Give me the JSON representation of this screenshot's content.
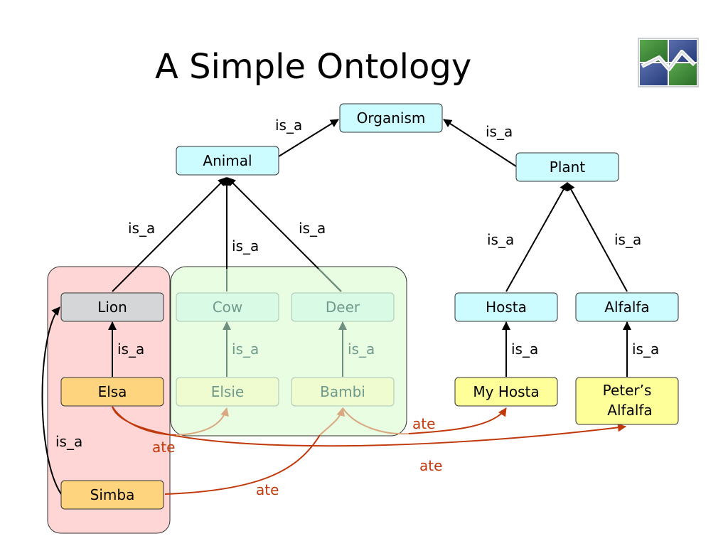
{
  "slide": {
    "title": "A Simple Ontology",
    "logo_icon": "institution-logo-icon"
  },
  "colors": {
    "class_fill": "#ccfcff",
    "lion_fill": "#d4d6d8",
    "individual_fill": "#ffd47f",
    "plant_individual_fill": "#ffff99",
    "faded_fill": "#e6fde0",
    "faded_text": "#6f9a8c",
    "pink_group": "#ffd6d6",
    "green_group": "#e6fde0",
    "ate_color": "#c0390b",
    "ate_faded_color": "#d9a880"
  },
  "nodes": {
    "organism": "Organism",
    "animal": "Animal",
    "plant": "Plant",
    "lion": "Lion",
    "cow": "Cow",
    "deer": "Deer",
    "hosta": "Hosta",
    "alfalfa": "Alfalfa",
    "elsa": "Elsa",
    "elsie": "Elsie",
    "bambi": "Bambi",
    "my_hosta": "My Hosta",
    "peters_alfalfa_line1": "Peter’s",
    "peters_alfalfa_line2": "Alfalfa",
    "simba": "Simba"
  },
  "edges": {
    "animal_organism": "is_a",
    "plant_organism": "is_a",
    "lion_animal": "is_a",
    "cow_animal": "is_a",
    "deer_animal": "is_a",
    "hosta_plant": "is_a",
    "alfalfa_plant": "is_a",
    "elsa_lion": "is_a",
    "elsie_cow": "is_a",
    "bambi_deer": "is_a",
    "myhosta_hosta": "is_a",
    "petersalfalfa_alfalfa": "is_a",
    "simba_lion": "is_a",
    "elsa_elsie": "ate",
    "elsa_petersalfalfa": "ate",
    "bambi_myhosta": "ate",
    "simba_bambi": "ate"
  }
}
